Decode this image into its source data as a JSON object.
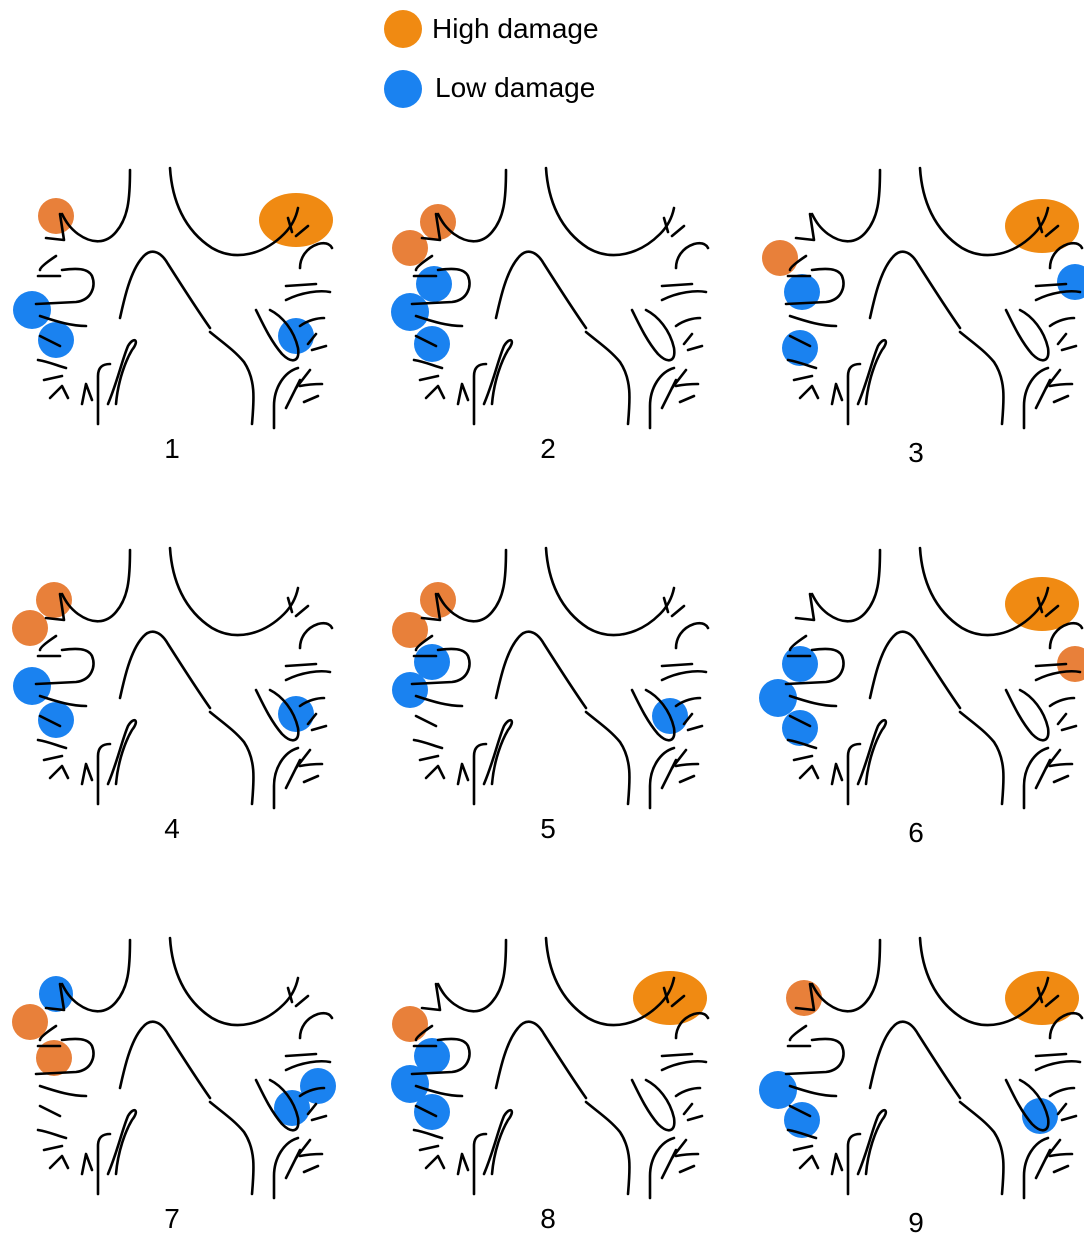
{
  "colors": {
    "high": "#f08a12",
    "high_small": "#e8803a",
    "low": "#1a82f0"
  },
  "legend": {
    "high_label": "High damage",
    "low_label": "Low damage"
  },
  "panels": [
    {
      "label": "1",
      "spots": [
        {
          "side": "left",
          "site": "apex",
          "level": "high"
        },
        {
          "side": "left",
          "site": "mid",
          "level": "low"
        },
        {
          "side": "left",
          "site": "lower",
          "level": "low"
        },
        {
          "side": "right",
          "site": "apex-large",
          "level": "high"
        },
        {
          "side": "right",
          "site": "basal",
          "level": "low"
        }
      ]
    },
    {
      "label": "2",
      "spots": [
        {
          "side": "left",
          "site": "apex",
          "level": "high"
        },
        {
          "side": "left",
          "site": "upper",
          "level": "high"
        },
        {
          "side": "left",
          "site": "upper-inner",
          "level": "low"
        },
        {
          "side": "left",
          "site": "mid",
          "level": "low"
        },
        {
          "side": "left",
          "site": "lower",
          "level": "low"
        }
      ]
    },
    {
      "label": "3",
      "spots": [
        {
          "side": "left",
          "site": "upper",
          "level": "high"
        },
        {
          "side": "left",
          "site": "upper-inner",
          "level": "low"
        },
        {
          "side": "left",
          "site": "lower",
          "level": "low"
        },
        {
          "side": "right",
          "site": "apex-large",
          "level": "high"
        },
        {
          "side": "right",
          "site": "lateral",
          "level": "low"
        }
      ]
    },
    {
      "label": "4",
      "spots": [
        {
          "side": "left",
          "site": "apex",
          "level": "high"
        },
        {
          "side": "left",
          "site": "upper",
          "level": "high"
        },
        {
          "side": "left",
          "site": "mid",
          "level": "low"
        },
        {
          "side": "left",
          "site": "lower",
          "level": "low"
        },
        {
          "side": "right",
          "site": "basal",
          "level": "low"
        }
      ]
    },
    {
      "label": "5",
      "spots": [
        {
          "side": "left",
          "site": "apex",
          "level": "high"
        },
        {
          "side": "left",
          "site": "upper",
          "level": "high"
        },
        {
          "side": "left",
          "site": "upper-inner",
          "level": "low"
        },
        {
          "side": "left",
          "site": "mid",
          "level": "low"
        },
        {
          "side": "right",
          "site": "basal",
          "level": "low"
        }
      ]
    },
    {
      "label": "6",
      "spots": [
        {
          "side": "left",
          "site": "upper-inner",
          "level": "low"
        },
        {
          "side": "left",
          "site": "mid",
          "level": "low"
        },
        {
          "side": "left",
          "site": "lower-inner",
          "level": "low"
        },
        {
          "side": "right",
          "site": "apex-large",
          "level": "high"
        },
        {
          "side": "right",
          "site": "lateral",
          "level": "high"
        }
      ]
    },
    {
      "label": "7",
      "spots": [
        {
          "side": "left",
          "site": "apex",
          "level": "low"
        },
        {
          "side": "left",
          "site": "upper",
          "level": "high"
        },
        {
          "side": "left",
          "site": "mid-inner",
          "level": "high"
        },
        {
          "side": "right",
          "site": "basal",
          "level": "low"
        },
        {
          "side": "right",
          "site": "lateral-low",
          "level": "low"
        }
      ]
    },
    {
      "label": "8",
      "spots": [
        {
          "side": "left",
          "site": "upper",
          "level": "high"
        },
        {
          "side": "left",
          "site": "upper-inner",
          "level": "low"
        },
        {
          "side": "left",
          "site": "mid",
          "level": "low"
        },
        {
          "side": "left",
          "site": "lower",
          "level": "low"
        },
        {
          "side": "right",
          "site": "apex-large",
          "level": "high"
        }
      ]
    },
    {
      "label": "9",
      "spots": [
        {
          "side": "left",
          "site": "apex",
          "level": "high"
        },
        {
          "side": "left",
          "site": "mid",
          "level": "low"
        },
        {
          "side": "left",
          "site": "lower",
          "level": "low"
        },
        {
          "side": "right",
          "site": "apex-large",
          "level": "high"
        },
        {
          "side": "right",
          "site": "basal",
          "level": "low"
        }
      ]
    }
  ]
}
